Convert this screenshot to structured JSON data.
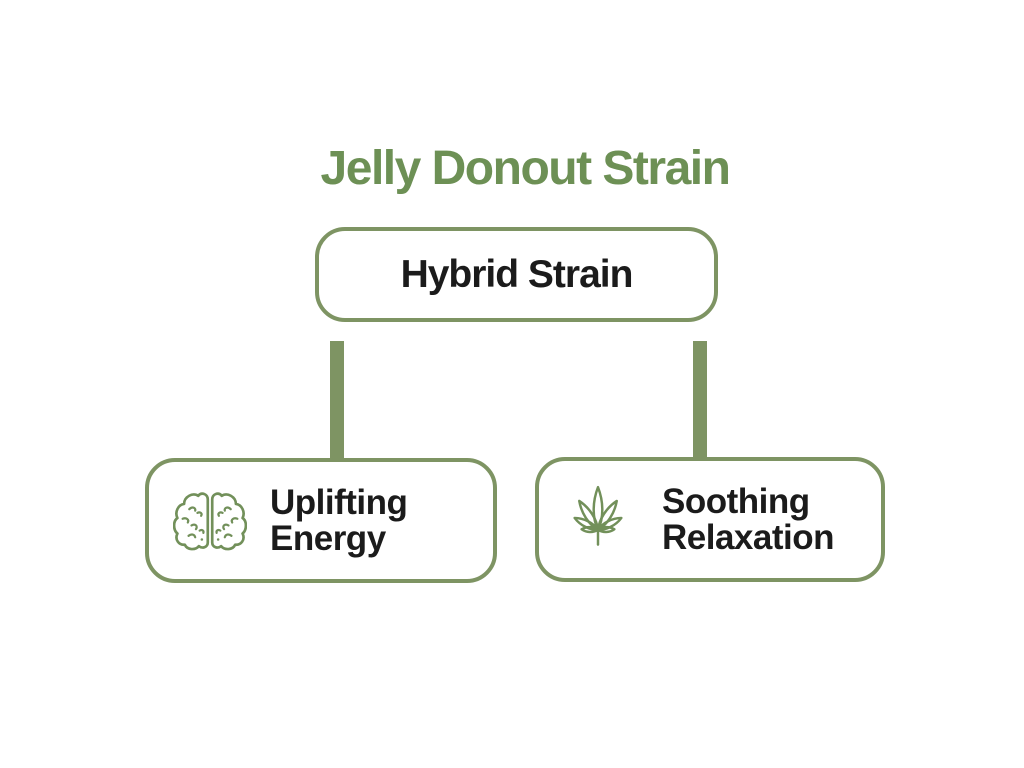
{
  "title": {
    "text": "Jelly Donout Strain"
  },
  "colors": {
    "title_green": "#6d9055",
    "line_green": "#7e9463",
    "icon_green": "#72905a",
    "text_dark": "#1b1b1b",
    "box_bg": "#ffffff",
    "page_bg": "#ffffff"
  },
  "diagram": {
    "root": {
      "label": "Hybrid Strain"
    },
    "children": [
      {
        "icon": "brain-icon",
        "label_line1": "Uplifting",
        "label_line2": "Energy"
      },
      {
        "icon": "cannabis-leaf-icon",
        "label_line1": "Soothing",
        "label_line2": "Relaxation"
      }
    ]
  }
}
